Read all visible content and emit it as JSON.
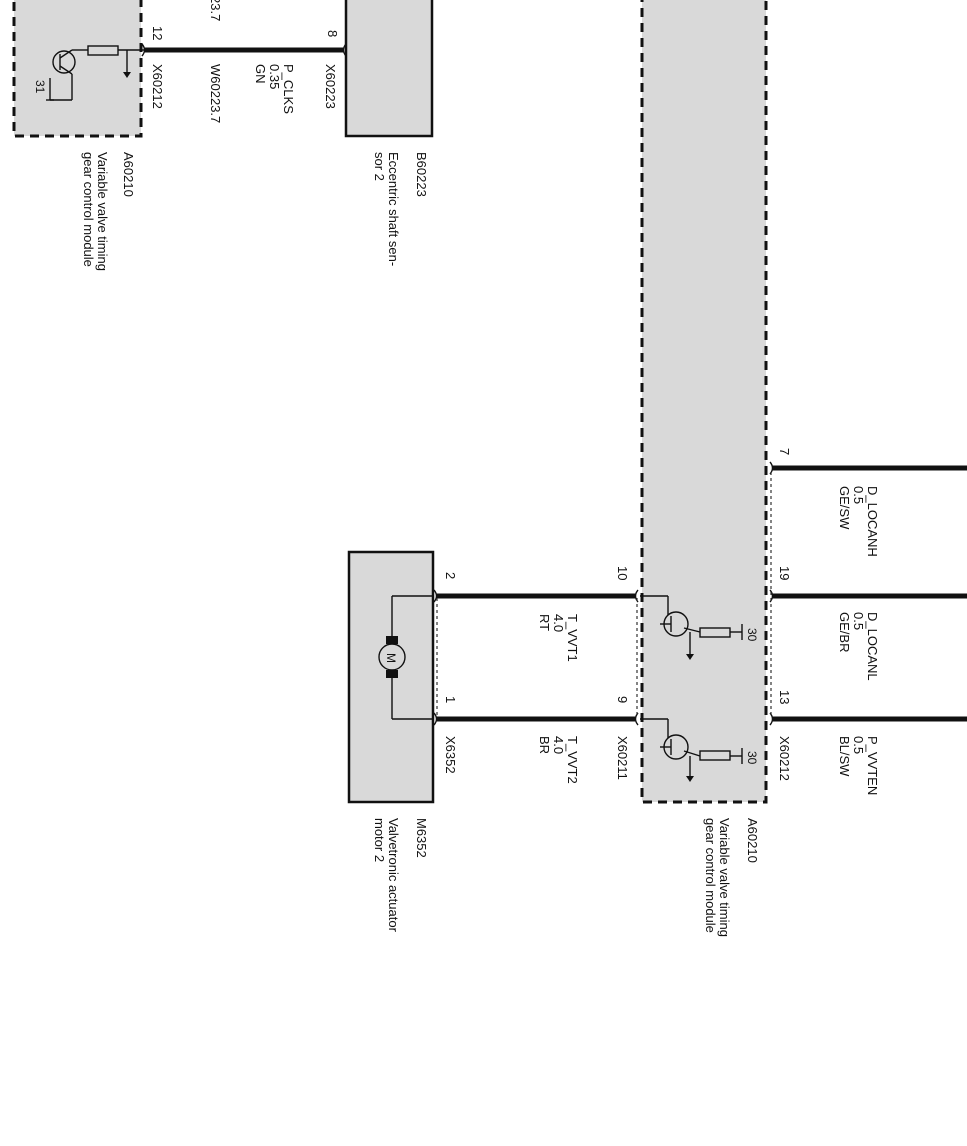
{
  "components": {
    "a60210_top": {
      "code": "A60210",
      "name_line1": "Variable valve timing",
      "name_line2": "gear control module",
      "ground": "31"
    },
    "b60223": {
      "code": "B60223",
      "name_line1": "Eccentric shaft sen-",
      "name_line2": "sor 2"
    },
    "m6352": {
      "code": "M6352",
      "name_line1": "Valvetronic actuator",
      "name_line2": "motor 2",
      "motor_symbol": "M"
    },
    "a60210_main": {
      "code": "A60210",
      "name_line1": "Variable valve timing",
      "name_line2": "gear control module",
      "supply1": "30",
      "supply2": "30"
    }
  },
  "connectors": {
    "x60212_top": "X60212",
    "x60223": "X60223",
    "x6352": "X6352",
    "x60211": "X60211",
    "x60212_main": "X60212"
  },
  "pins": {
    "top_12": "12",
    "top_8": "8",
    "m_2": "2",
    "m_1": "1",
    "a_10": "10",
    "a_9": "9",
    "a_7": "7",
    "a_19": "19",
    "a_13": "13"
  },
  "wires": {
    "clks": {
      "signal": "P_CLKS",
      "size": "0.35",
      "color": "GN",
      "ref_left": "23.7",
      "ref_right": "W60223.7"
    },
    "vvt1": {
      "signal": "T_VVT1",
      "size": "4.0",
      "color": "RT"
    },
    "vvt2": {
      "signal": "T_VVT2",
      "size": "4.0",
      "color": "BR"
    },
    "locanh": {
      "signal": "D_LOCANH",
      "size": "0.5",
      "color": "GE/SW"
    },
    "locanl": {
      "signal": "D_LOCANL",
      "size": "0.5",
      "color": "GE/BR"
    },
    "vvten": {
      "signal": "P_VVTEN",
      "size": "0.5",
      "color": "BL/SW"
    }
  }
}
